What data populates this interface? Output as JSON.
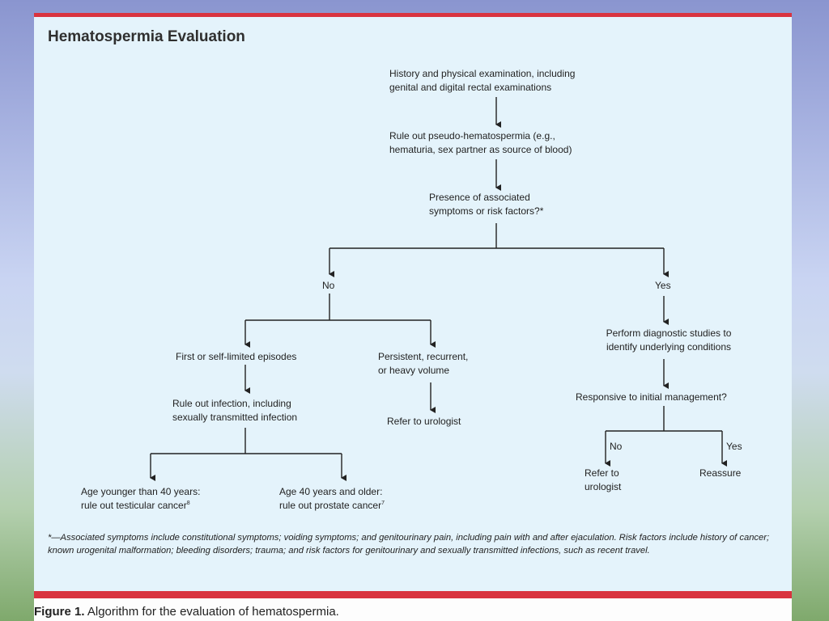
{
  "figure": {
    "title": "Hematospermia Evaluation",
    "caption_label": "Figure 1.",
    "caption_text": " Algorithm for the evaluation of hematospermia."
  },
  "nodes": {
    "history": "History and physical examination, including\ngenital and digital rectal examinations",
    "rule_out_pseudo": "Rule out pseudo-hematospermia (e.g.,\nhematuria, sex partner as source of blood)",
    "presence": "Presence of associated\nsymptoms or risk factors?*",
    "no": "No",
    "yes": "Yes",
    "first_episodes": "First or self-limited episodes",
    "persistent": "Persistent, recurrent,\nor heavy volume",
    "rule_out_infection": "Rule out infection, including\nsexually transmitted infection",
    "refer_urologist": "Refer to urologist",
    "age_younger": "Age younger than 40 years:\nrule out testicular cancer",
    "age_younger_ref": "8",
    "age_older": "Age 40 years and older:\nrule out prostate cancer",
    "age_older_ref": "7",
    "perform_studies": "Perform diagnostic studies to\nidentify underlying conditions",
    "responsive": "Responsive to initial management?",
    "no_small": "No",
    "yes_small": "Yes",
    "refer_to_urologist": "Refer to\nurologist",
    "reassure": "Reassure"
  },
  "footnote": "*—Associated symptoms include constitutional symptoms; voiding symptoms; and genitourinary pain, including pain with and after ejaculation. Risk factors include history of cancer; known urogenital malformation; bleeding disorders; trauma; and risk factors for genitourinary and sexually transmitted infections, such as recent travel.",
  "colors": {
    "accent_red": "#d9333f",
    "figure_background": "#e4f3fb"
  }
}
